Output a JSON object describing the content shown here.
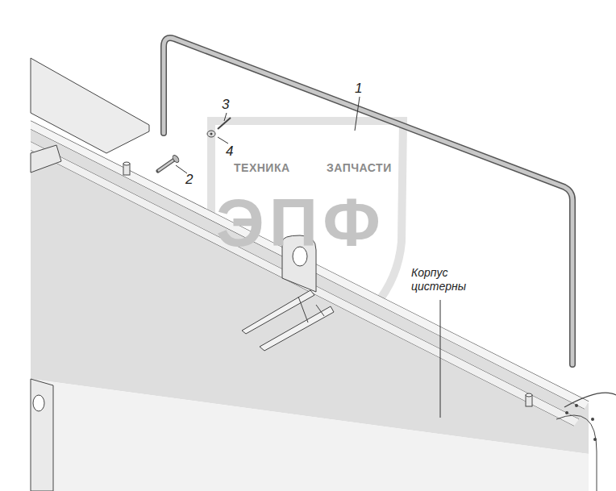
{
  "diagram": {
    "labels": [
      "1",
      "3",
      "4",
      "2",
      "ТЕХНИКА",
      "ЗАПЧАСТИ",
      "ЭПФ",
      "Корпус цистерны"
    ]
  }
}
